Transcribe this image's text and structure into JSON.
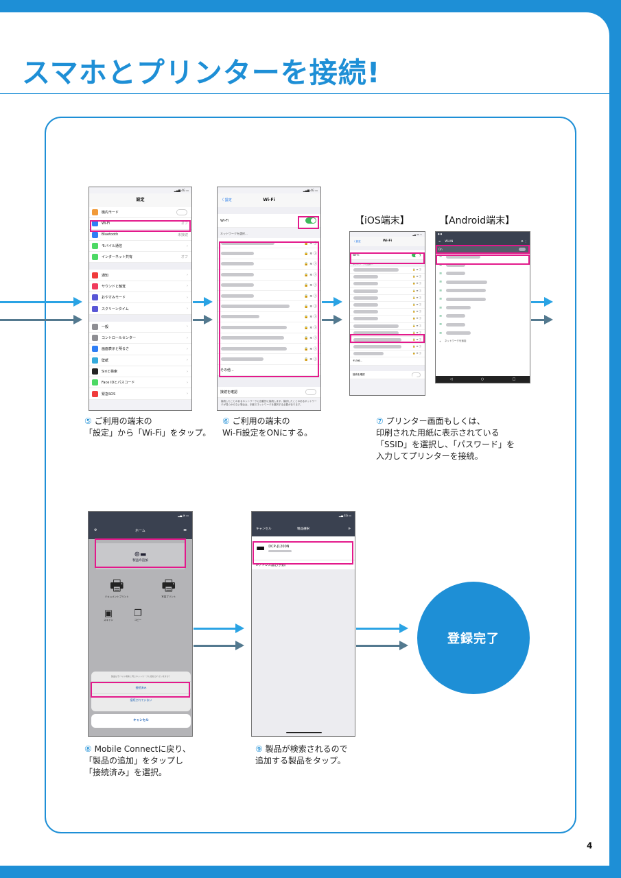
{
  "title": "スマホとプリンターを接続!",
  "page_number": "4",
  "colors": {
    "brand": "#1e8fd6",
    "highlight": "#e3198b",
    "arrow_light": "#2aa3e4",
    "arrow_dark": "#53798f"
  },
  "phone1": {
    "nav_title": "設定",
    "rows": [
      {
        "label": "機内モード",
        "icon": "airplane-icon",
        "color": "#f19a38",
        "value": "",
        "toggle": true
      },
      {
        "label": "Wi-Fi",
        "icon": "wifi-icon",
        "color": "#2f7ef5",
        "value": "オフ",
        "toggle": false
      },
      {
        "label": "Bluetooth",
        "icon": "bluetooth-icon",
        "color": "#2f7ef5",
        "value": "未接続",
        "toggle": false
      },
      {
        "label": "モバイル通信",
        "icon": "cellular-icon",
        "color": "#4cd964",
        "value": "",
        "toggle": false
      },
      {
        "label": "インターネット共有",
        "icon": "hotspot-icon",
        "color": "#4cd964",
        "value": "オフ",
        "toggle": false
      }
    ],
    "rows2": [
      {
        "label": "通知",
        "icon": "notification-icon",
        "color": "#f03b3b"
      },
      {
        "label": "サウンドと触覚",
        "icon": "sound-icon",
        "color": "#f03b5c"
      },
      {
        "label": "おやすみモード",
        "icon": "moon-icon",
        "color": "#5856d6"
      },
      {
        "label": "スクリーンタイム",
        "icon": "hourglass-icon",
        "color": "#5856d6"
      }
    ],
    "rows3": [
      {
        "label": "一般",
        "icon": "gear-icon",
        "color": "#8e8e93"
      },
      {
        "label": "コントロールセンター",
        "icon": "control-icon",
        "color": "#8e8e93"
      },
      {
        "label": "画面表示と明るさ",
        "icon": "display-icon",
        "color": "#2f7ef5"
      },
      {
        "label": "壁紙",
        "icon": "wallpaper-icon",
        "color": "#35aadc"
      },
      {
        "label": "Siriと検索",
        "icon": "siri-icon",
        "color": "#222"
      },
      {
        "label": "Face IDとパスコード",
        "icon": "faceid-icon",
        "color": "#4cd964"
      },
      {
        "label": "緊急SOS",
        "icon": "sos-icon",
        "color": "#f03b3b"
      }
    ]
  },
  "phone2": {
    "back": "〈 設定",
    "nav_title": "Wi-Fi",
    "wifi_label": "Wi-Fi",
    "section": "ネットワークを選択...",
    "other": "その他...",
    "ask_label": "接続を確認",
    "footer": "接続したことのあるネットワークに自動的に接続します。接続したことのあるネットワークが見つからない場合は、手動でネットワークを選択する必要があります。"
  },
  "phone3": {
    "back": "〈 設定",
    "nav_title": "Wi-Fi",
    "wifi_label": "Wi-Fi",
    "section": "ネットワークを選択...",
    "other": "その他...",
    "ask_label": "接続を確認"
  },
  "phone4": {
    "header": "WLAN",
    "on_label": "On",
    "add_network": "ネットワークを追加"
  },
  "label_ios": "【iOS端末】",
  "label_android": "【Android端末】",
  "phone5": {
    "nav_title": "ホーム",
    "add_product": "製品の追加",
    "doc_print": "ドキュメントプリント",
    "photo_print": "写真プリント",
    "scan": "スキャン",
    "copy": "コピー",
    "sheet_question": "製品はモバイル端末と同じネットワークに接続されていますか？",
    "connected": "接続済み",
    "not_connected": "接続されていない",
    "cancel": "キャンセル"
  },
  "phone6": {
    "cancel": "キャンセル",
    "nav_title": "製品選択",
    "device": "DCP-J1200N",
    "ip_setting": "IPアドレス設定(手動)"
  },
  "complete": "登録完了",
  "captions": {
    "c5": {
      "num": "⑤",
      "lines": [
        "ご利用の端末の",
        "「設定」から「Wi-Fi」をタップ。"
      ]
    },
    "c6": {
      "num": "⑥",
      "lines": [
        "ご利用の端末の",
        "Wi-Fi設定をONにする。"
      ]
    },
    "c7": {
      "num": "⑦",
      "lines": [
        "プリンター画面もしくは、",
        "印刷された用紙に表示されている",
        "「SSID」を選択し、「パスワード」を",
        "入力してプリンターを接続。"
      ]
    },
    "c8": {
      "num": "⑧",
      "lines": [
        "Mobile Connectに戻り、",
        "「製品の追加」をタップし",
        "「接続済み」を選択。"
      ]
    },
    "c9": {
      "num": "⑨",
      "lines": [
        "製品が検索されるので",
        "追加する製品をタップ。"
      ]
    }
  }
}
